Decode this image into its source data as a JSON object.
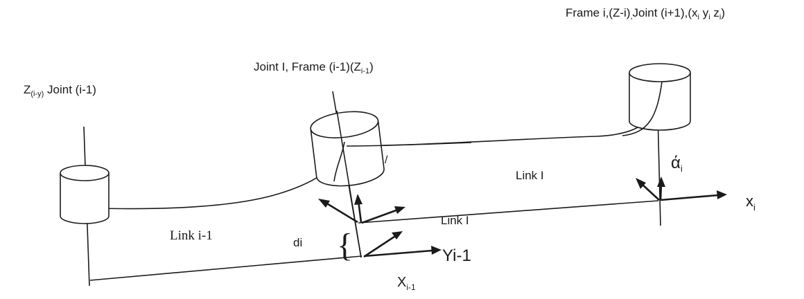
{
  "labels": {
    "frame_i": {
      "main": "Frame i,(Z-i)",
      "sub_sep": ",",
      "rest": "Joint (i+1),(x",
      "x_sub": "i",
      "y": " y",
      "y_sub": "i",
      "z": " z",
      "z_sub": "i",
      "close": ")"
    },
    "joint_I": {
      "main": "Joint I, Frame (i-1)(Z",
      "sub": "i-1",
      "close": ")"
    },
    "z_joint_prev": {
      "z": "Z",
      "sub": "(i-y)",
      "rest": " Joint (i-1)"
    },
    "alpha": {
      "main": "ά",
      "sub": "i"
    },
    "link_I_upper": "Link I",
    "link_I_lower": "Link I",
    "link_prev": "Link i-1",
    "di": "di",
    "brace": "{",
    "xi": {
      "main": "x",
      "sub": "i"
    },
    "yi1": "Yi-1",
    "xi1": {
      "main": "X",
      "sub": "i-1"
    },
    "tick_mark": "/"
  }
}
